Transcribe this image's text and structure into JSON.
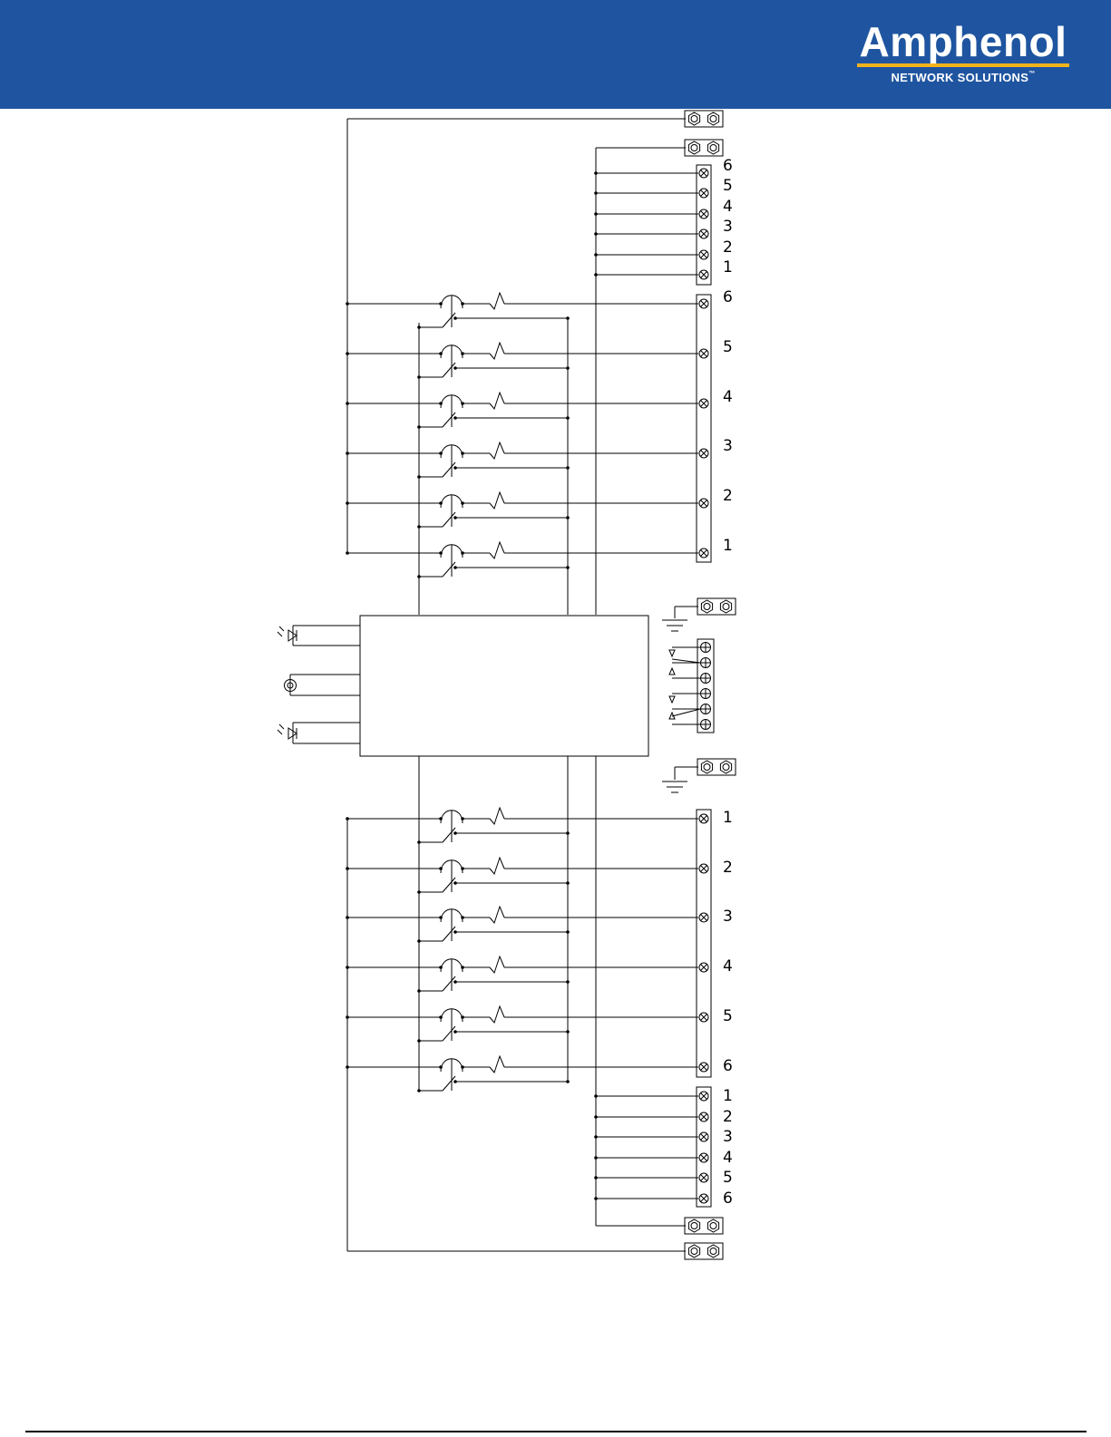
{
  "brand": {
    "name": "Amphenol",
    "subtitle": "NETWORK SOLUTIONS",
    "trademark": "™",
    "colors": {
      "header": "#1f55a0",
      "accent": "#f2b41c"
    }
  },
  "diagram": {
    "top_small_terminals": [
      "6",
      "5",
      "4",
      "3",
      "2",
      "1"
    ],
    "top_breaker_terminals": [
      "6",
      "5",
      "4",
      "3",
      "2",
      "1"
    ],
    "bottom_breaker_terminals": [
      "1",
      "2",
      "3",
      "4",
      "5",
      "6"
    ],
    "bottom_small_terminals": [
      "1",
      "2",
      "3",
      "4",
      "5",
      "6"
    ],
    "icons": [
      "led-icon",
      "lamp-icon",
      "ground-icon",
      "relay-contact-icon",
      "circuit-breaker-icon",
      "terminal-screw-icon"
    ]
  }
}
